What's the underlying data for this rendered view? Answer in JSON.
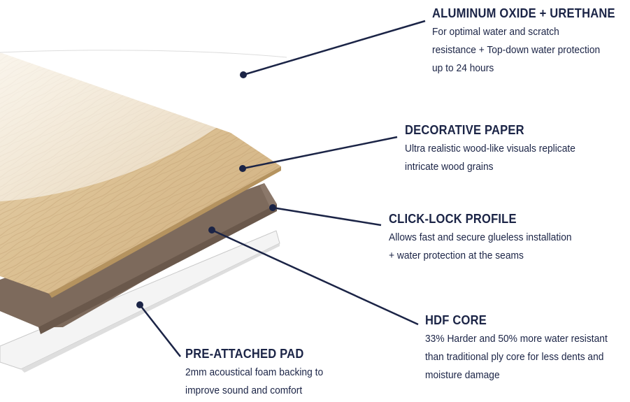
{
  "callouts": {
    "aluminum": {
      "title": "ALUMINUM OXIDE + URETHANE",
      "lines": [
        "For optimal water and scratch",
        "resistance + Top-down water protection",
        "up to 24 hours"
      ]
    },
    "decorative": {
      "title": "DECORATIVE PAPER",
      "lines": [
        "Ultra realistic wood-like visuals replicate",
        "intricate wood grains"
      ]
    },
    "clicklock": {
      "title": "CLICK-LOCK PROFILE",
      "lines": [
        "Allows fast and secure glueless installation",
        "+ water protection at the seams"
      ]
    },
    "hdf": {
      "title": "HDF CORE",
      "lines": [
        "33% Harder and 50% more water resistant",
        "than traditional ply core for less dents and",
        "moisture damage"
      ]
    },
    "pad": {
      "title": "PRE-ATTACHED PAD",
      "lines": [
        "2mm acoustical foam backing to",
        "improve sound and comfort"
      ]
    }
  },
  "colors": {
    "navy": "#1b2446",
    "hdf_core": "#7d6a5c",
    "wood_light": "#e4cfa8",
    "wood_dark": "#c9a878",
    "pad": "#f3f3f3"
  }
}
